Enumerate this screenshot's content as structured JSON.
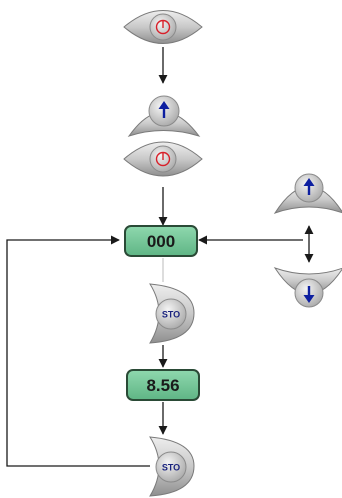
{
  "display_initial": {
    "value": "000"
  },
  "display_result": {
    "value": "8.56"
  },
  "store_button_top": {
    "label": "STO"
  },
  "store_button_bottom": {
    "label": "STO"
  },
  "colors": {
    "display_fill": "#74c79a",
    "display_border": "#2a4a36",
    "button_fill": "#c9c9c9",
    "power_symbol": "#d8202a",
    "arrow_symbol": "#0d1fa0",
    "connector": "#1a1a1a"
  },
  "icons": [
    "power-icon",
    "arrow-up-icon",
    "arrow-down-icon"
  ]
}
